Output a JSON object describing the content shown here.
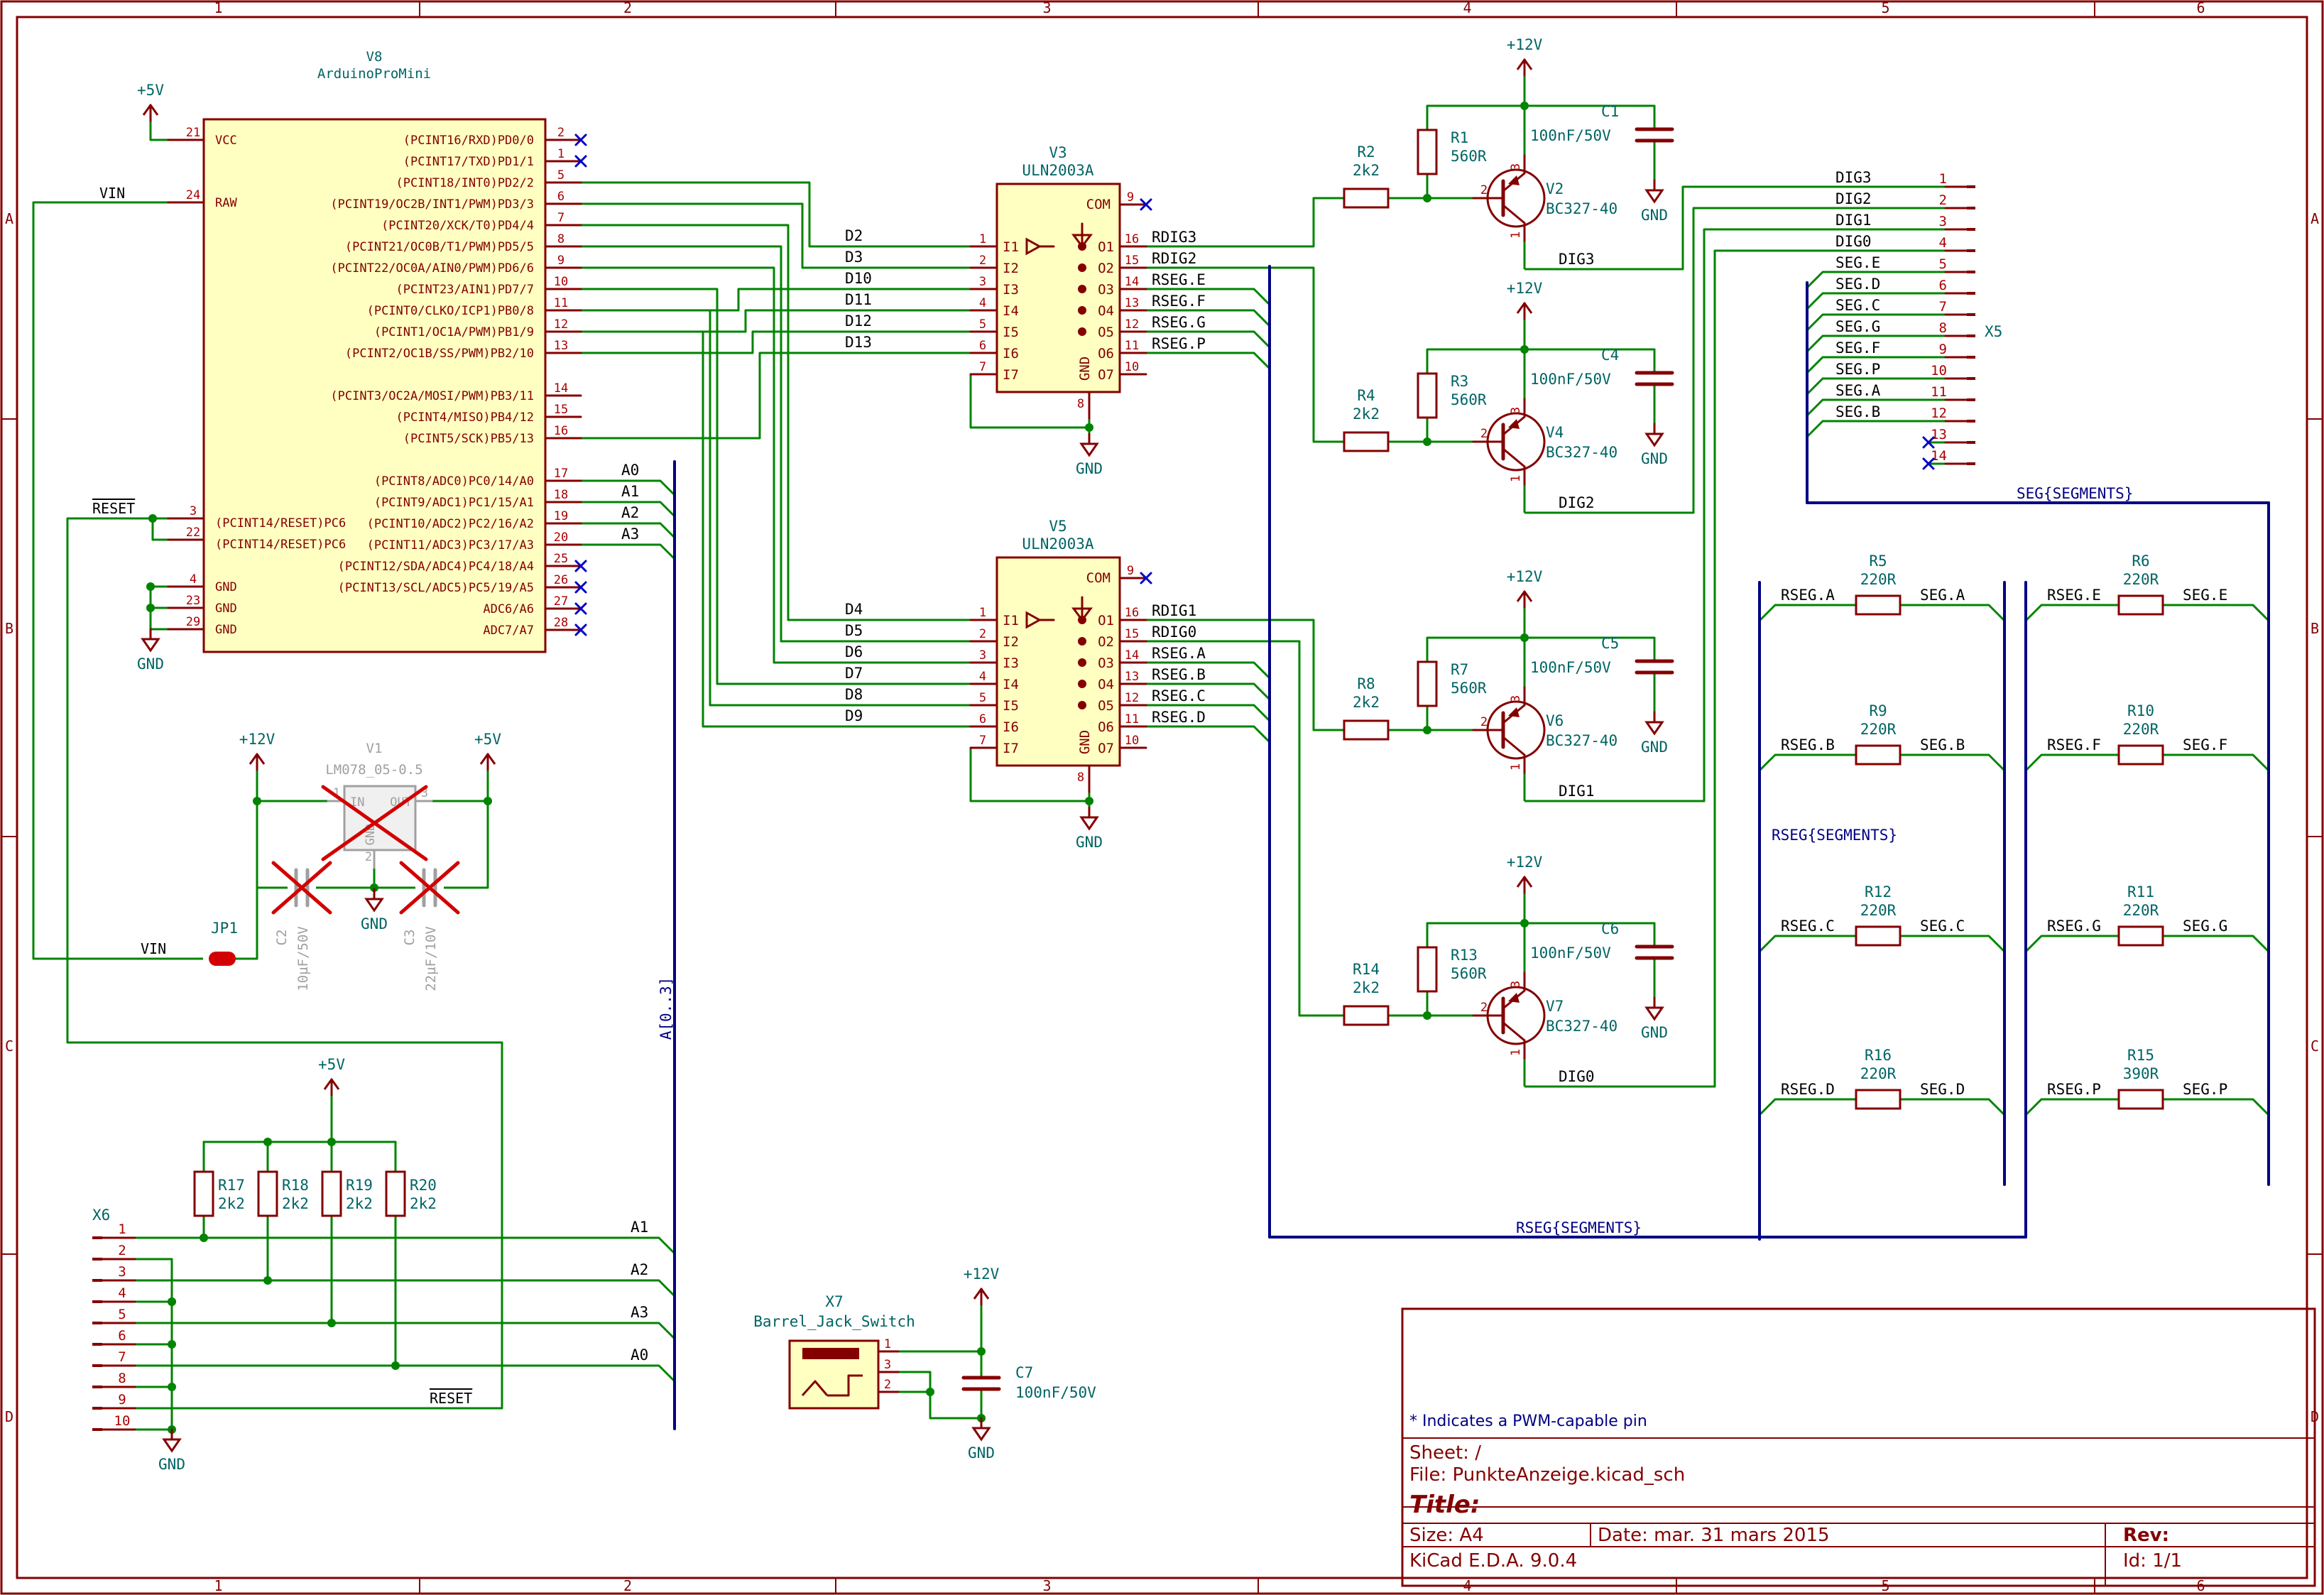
{
  "frame": {
    "cols": [
      "1",
      "2",
      "3",
      "4",
      "5",
      "6"
    ],
    "rows": [
      "A",
      "B",
      "C",
      "D"
    ]
  },
  "colors": {
    "border": "#840000",
    "wire": "#008400",
    "bus": "#000084",
    "body": "#840000",
    "fill": "#ffffc2",
    "refdes": "#006464",
    "pin": "#a90000",
    "noconn": "#0000c8",
    "excluded": "#d20000",
    "dim": "#a0a0a0"
  },
  "arduino": {
    "ref": "V8",
    "value": "ArduinoProMini",
    "left_pins": [
      {
        "num": "21",
        "name": "VCC"
      },
      {
        "num": "24",
        "name": "RAW"
      },
      {
        "num": "3",
        "name": "(PCINT14/RESET)PC6"
      },
      {
        "num": "22",
        "name": "(PCINT14/RESET)PC6"
      },
      {
        "num": "4",
        "name": "GND"
      },
      {
        "num": "23",
        "name": "GND"
      },
      {
        "num": "29",
        "name": "GND"
      }
    ],
    "right_pins": [
      {
        "num": "2",
        "name": "(PCINT16/RXD)PD0/0"
      },
      {
        "num": "1",
        "name": "(PCINT17/TXD)PD1/1"
      },
      {
        "num": "5",
        "name": "(PCINT18/INT0)PD2/2"
      },
      {
        "num": "6",
        "name": "(PCINT19/OC2B/INT1/PWM)PD3/3"
      },
      {
        "num": "7",
        "name": "(PCINT20/XCK/T0)PD4/4"
      },
      {
        "num": "8",
        "name": "(PCINT21/OC0B/T1/PWM)PD5/5"
      },
      {
        "num": "9",
        "name": "(PCINT22/OC0A/AIN0/PWM)PD6/6"
      },
      {
        "num": "10",
        "name": "(PCINT23/AIN1)PD7/7"
      },
      {
        "num": "11",
        "name": "(PCINT0/CLKO/ICP1)PB0/8"
      },
      {
        "num": "12",
        "name": "(PCINT1/OC1A/PWM)PB1/9"
      },
      {
        "num": "13",
        "name": "(PCINT2/OC1B/SS/PWM)PB2/10"
      },
      {
        "num": "14",
        "name": "(PCINT3/OC2A/MOSI/PWM)PB3/11"
      },
      {
        "num": "15",
        "name": "(PCINT4/MISO)PB4/12"
      },
      {
        "num": "16",
        "name": "(PCINT5/SCK)PB5/13"
      },
      {
        "num": "17",
        "name": "(PCINT8/ADC0)PC0/14/A0"
      },
      {
        "num": "18",
        "name": "(PCINT9/ADC1)PC1/15/A1"
      },
      {
        "num": "19",
        "name": "(PCINT10/ADC2)PC2/16/A2"
      },
      {
        "num": "20",
        "name": "(PCINT11/ADC3)PC3/17/A3"
      },
      {
        "num": "25",
        "name": "(PCINT12/SDA/ADC4)PC4/18/A4"
      },
      {
        "num": "26",
        "name": "(PCINT13/SCL/ADC5)PC5/19/A5"
      },
      {
        "num": "27",
        "name": "ADC6/A6"
      },
      {
        "num": "28",
        "name": "ADC7/A7"
      }
    ]
  },
  "wire_labels": {
    "d_nets": [
      "D2",
      "D3",
      "D10",
      "D11",
      "D12",
      "D13",
      "D4",
      "D5",
      "D6",
      "D7",
      "D8",
      "D9"
    ],
    "a_nets": [
      "A0",
      "A1",
      "A2",
      "A3"
    ],
    "vin": "VIN",
    "vin2": "VIN",
    "reset": "RESET",
    "reset2": "RESET",
    "bus_a": "A[0..3]",
    "bus_rseg": "RSEG{SEGMENTS}",
    "bus_rseg2": "RSEG{SEGMENTS}",
    "bus_seg": "SEG{SEGMENTS}"
  },
  "power": {
    "p5v": "+5V",
    "p12v": "+12V",
    "gnd": "GND"
  },
  "uln_v3": {
    "ref": "V3",
    "value": "ULN2003A",
    "com": "COM",
    "gnd": "GND",
    "inputs": [
      "I1",
      "I2",
      "I3",
      "I4",
      "I5",
      "I6",
      "I7"
    ],
    "outputs": [
      "O1",
      "O2",
      "O3",
      "O4",
      "O5",
      "O6",
      "O7"
    ],
    "in_nums": [
      "1",
      "2",
      "3",
      "4",
      "5",
      "6",
      "7"
    ],
    "out_nums": [
      "16",
      "15",
      "14",
      "13",
      "12",
      "11",
      "10"
    ],
    "com_num": "9",
    "gnd_num": "8",
    "out_nets": [
      "RDIG3",
      "RDIG2",
      "RSEG.E",
      "RSEG.F",
      "RSEG.G",
      "RSEG.P"
    ]
  },
  "uln_v5": {
    "ref": "V5",
    "value": "ULN2003A",
    "com": "COM",
    "gnd": "GND",
    "inputs": [
      "I1",
      "I2",
      "I3",
      "I4",
      "I5",
      "I6",
      "I7"
    ],
    "outputs": [
      "O1",
      "O2",
      "O3",
      "O4",
      "O5",
      "O6",
      "O7"
    ],
    "in_nums": [
      "1",
      "2",
      "3",
      "4",
      "5",
      "6",
      "7"
    ],
    "out_nums": [
      "16",
      "15",
      "14",
      "13",
      "12",
      "11",
      "10"
    ],
    "com_num": "9",
    "gnd_num": "8",
    "out_nets": [
      "RDIG1",
      "RDIG0",
      "RSEG.A",
      "RSEG.B",
      "RSEG.C",
      "RSEG.D"
    ]
  },
  "drivers": [
    {
      "rb": "R2",
      "rb_val": "2k2",
      "rpu": "R1",
      "rpu_val": "560R",
      "q": "V2",
      "q_val": "BC327-40",
      "c": "C1",
      "c_val": "100nF/50V",
      "net": "DIG3"
    },
    {
      "rb": "R4",
      "rb_val": "2k2",
      "rpu": "R3",
      "rpu_val": "560R",
      "q": "V4",
      "q_val": "BC327-40",
      "c": "C4",
      "c_val": "100nF/50V",
      "net": "DIG2"
    },
    {
      "rb": "R8",
      "rb_val": "2k2",
      "rpu": "R7",
      "rpu_val": "560R",
      "q": "V6",
      "q_val": "BC327-40",
      "c": "C5",
      "c_val": "100nF/50V",
      "net": "DIG1"
    },
    {
      "rb": "R14",
      "rb_val": "2k2",
      "rpu": "R13",
      "rpu_val": "560R",
      "q": "V7",
      "q_val": "BC327-40",
      "c": "C6",
      "c_val": "100nF/50V",
      "net": "DIG0"
    }
  ],
  "transistor_pins": {
    "b": "2",
    "c": "1",
    "e": "3"
  },
  "x5": {
    "ref": "X5",
    "pins": [
      "1",
      "2",
      "3",
      "4",
      "5",
      "6",
      "7",
      "8",
      "9",
      "10",
      "11",
      "12",
      "13",
      "14"
    ],
    "nets": [
      "DIG3",
      "DIG2",
      "DIG1",
      "DIG0",
      "SEG.E",
      "SEG.D",
      "SEG.C",
      "SEG.G",
      "SEG.F",
      "SEG.P",
      "SEG.A",
      "SEG.B"
    ]
  },
  "seg_resistors": [
    {
      "ref": "R5",
      "val": "220R",
      "left": "RSEG.A",
      "right": "SEG.A"
    },
    {
      "ref": "R9",
      "val": "220R",
      "left": "RSEG.B",
      "right": "SEG.B"
    },
    {
      "ref": "R12",
      "val": "220R",
      "left": "RSEG.C",
      "right": "SEG.C"
    },
    {
      "ref": "R16",
      "val": "220R",
      "left": "RSEG.D",
      "right": "SEG.D"
    },
    {
      "ref": "R6",
      "val": "220R",
      "left": "RSEG.E",
      "right": "SEG.E"
    },
    {
      "ref": "R10",
      "val": "220R",
      "left": "RSEG.F",
      "right": "SEG.F"
    },
    {
      "ref": "R11",
      "val": "220R",
      "left": "RSEG.G",
      "right": "SEG.G"
    },
    {
      "ref": "R15",
      "val": "390R",
      "left": "RSEG.P",
      "right": "SEG.P"
    }
  ],
  "regulator": {
    "ref": "V1",
    "value": "LM078_05-0.5",
    "in": "IN",
    "out": "OUT",
    "gnd": "GND",
    "pin_in": "1",
    "pin_gnd": "2",
    "pin_out": "3",
    "c2": "C2",
    "c2_val": "10µF/50V",
    "c3": "C3",
    "c3_val": "22µF/10V",
    "jp": "JP1"
  },
  "x6": {
    "ref": "X6",
    "pins": [
      "1",
      "2",
      "3",
      "4",
      "5",
      "6",
      "7",
      "8",
      "9",
      "10"
    ],
    "labels": [
      "A1",
      "A2",
      "A3",
      "A0"
    ],
    "pullups": [
      {
        "ref": "R17",
        "val": "2k2"
      },
      {
        "ref": "R18",
        "val": "2k2"
      },
      {
        "ref": "R19",
        "val": "2k2"
      },
      {
        "ref": "R20",
        "val": "2k2"
      }
    ]
  },
  "x7": {
    "ref": "X7",
    "value": "Barrel_Jack_Switch",
    "pins": [
      "1",
      "3",
      "2"
    ],
    "c7": "C7",
    "c7_val": "100nF/50V"
  },
  "title_block": {
    "note": "* Indicates a PWM-capable pin",
    "sheet": "Sheet: /",
    "file": "File: PunkteAnzeige.kicad_sch",
    "title": "Title:",
    "size": "Size: A4",
    "date": "Date: mar. 31 mars 2015",
    "rev": "Rev:",
    "tool": "KiCad E.D.A. 9.0.4",
    "id": "Id: 1/1"
  }
}
